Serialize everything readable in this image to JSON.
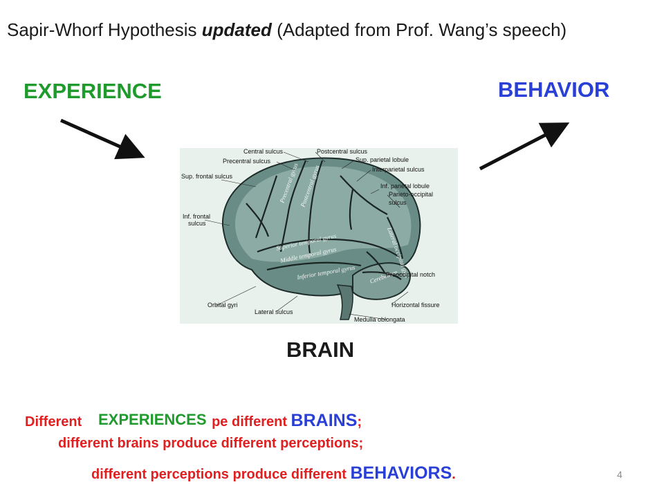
{
  "title": {
    "part1": "Sapir-Whorf  Hypothesis ",
    "emph": "updated",
    "part2": "  (Adapted from Prof. Wang’s speech)"
  },
  "labels": {
    "experience": "EXPERIENCE",
    "behavior": "BEHAVIOR",
    "brain": "BRAIN"
  },
  "brain_image": {
    "captions": {
      "central_sulcus": "Central sulcus",
      "postcentral_sulcus": "Postcentral sulcus",
      "precentral_sulcus": "Precentral sulcus",
      "sup_parietal_lobule": "Sup. parietal lobule",
      "interparietal_sulcus": "Interparietal sulcus",
      "sup_frontal_sulcus": "Sup. frontal sulcus",
      "inf_parietal_lobule": "Inf. parietal lobule",
      "parieto_occipital": "Parieto-occipital",
      "sulcus": "sulcus",
      "inf_frontal": "Inf. frontal",
      "preoccipital_notch": "Preoccipital notch",
      "orbital_gyri": "Orbital gyri",
      "horizontal_fissure": "Horizontal fissure",
      "lateral_sulcus": "Lateral sulcus",
      "medulla": "Medulla oblongata"
    },
    "gyri": {
      "precentral": "Precentral gyrus",
      "postcentral": "Postcentral gyrus",
      "superior_temporal": "Superior temporal gyrus",
      "middle_temporal": "Middle temporal gyrus",
      "inferior_temporal": "Inferior temporal gyrus",
      "cerebellum": "Cerebellum",
      "lateral_occipital": "Lateral occipital gyri"
    }
  },
  "bottom": {
    "line1_start": "Different ",
    "line1_mid": " shape different ",
    "line1_blue": "BRAINS",
    "line1_end": ";",
    "line2": "different brains produce different perceptions;",
    "line3_start": "different perceptions produce different ",
    "line3_blue": "BEHAVIORS",
    "line3_end": ".",
    "overlay": "EXPERIENCES"
  },
  "page_number": "4",
  "colors": {
    "green": "#1f9a2c",
    "blue": "#2a3fd6",
    "red": "#e02020"
  }
}
